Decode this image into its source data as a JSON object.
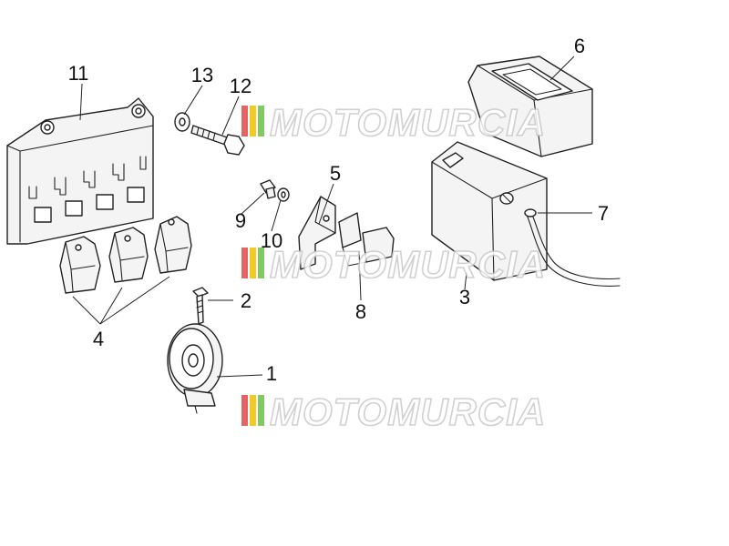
{
  "diagram": {
    "callouts": {
      "c1": "1",
      "c2": "2",
      "c3": "3",
      "c4": "4",
      "c5": "5",
      "c6": "6",
      "c7": "7",
      "c8": "8",
      "c9": "9",
      "c10": "10",
      "c11": "11",
      "c12": "12",
      "c13": "13"
    },
    "watermark": {
      "text": "MOTOMURCIA",
      "stripe_colors": [
        "#e04a4a",
        "#f0c000",
        "#6cc04a"
      ]
    },
    "colors": {
      "line": "#222222",
      "part_fill": "#f4f4f4",
      "watermark_outline": "#c9c9c9"
    }
  }
}
